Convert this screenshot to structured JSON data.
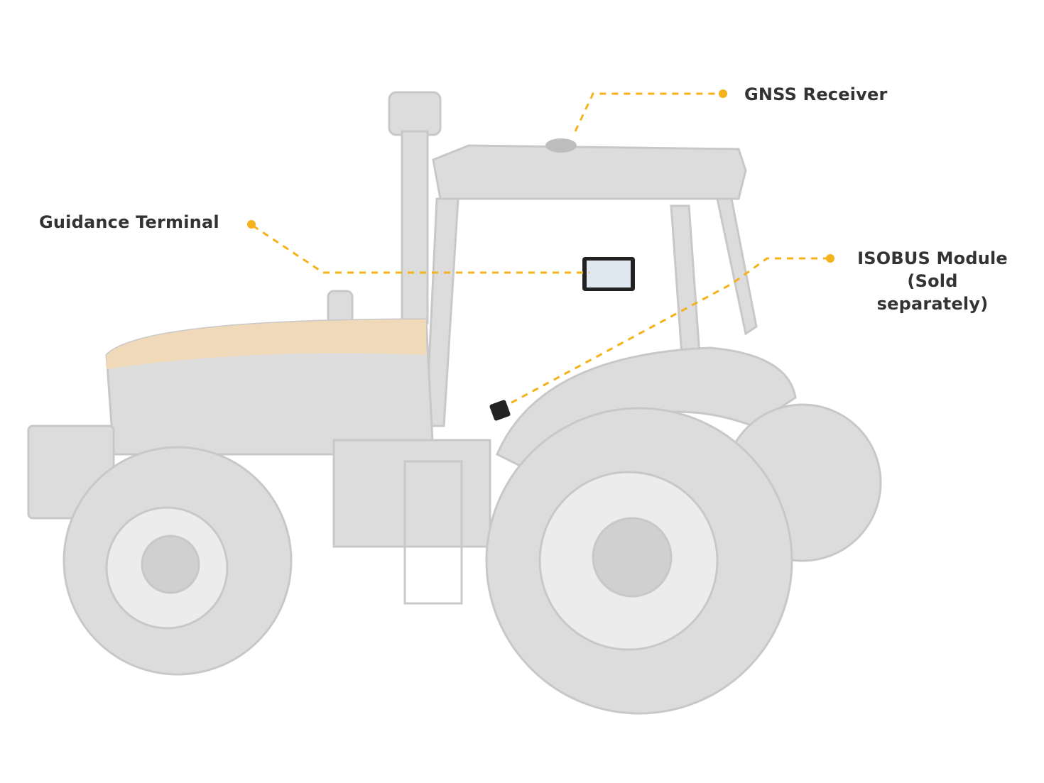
{
  "callouts": {
    "gnss": {
      "label": "GNSS Receiver"
    },
    "terminal": {
      "label": "Guidance Terminal"
    },
    "isobus": {
      "label": "ISOBUS Module",
      "note": "(Sold separately)"
    }
  },
  "colors": {
    "accent": "#f5b21a",
    "text": "#333333",
    "tractor": "#d9d9d9",
    "hood": "#f0d9b8"
  }
}
